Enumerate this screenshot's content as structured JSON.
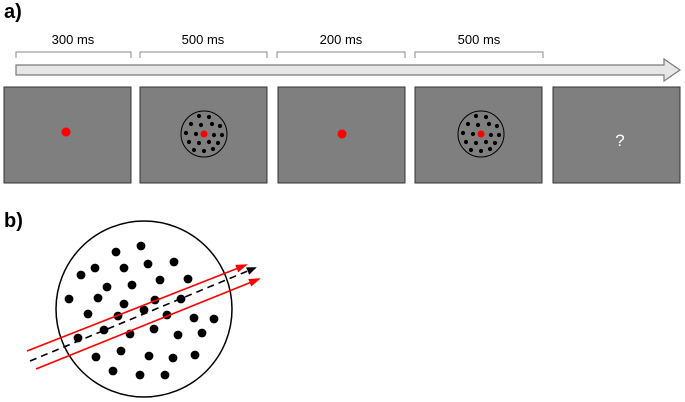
{
  "panel_a": {
    "label": "a)",
    "durations": [
      "300 ms",
      "500 ms",
      "200 ms",
      "500 ms"
    ],
    "final_screen_text": "?"
  },
  "panel_b": {
    "label": "b)"
  },
  "colors": {
    "screen_gray": "#7f7f7f",
    "fixation_red": "#ff0000",
    "dot_black": "#000000",
    "arrow_fill": "#e6e6e6",
    "question_mark": "#ffffff",
    "response_arrow_red": "#ff0000",
    "mean_direction_arrow": "#000000"
  }
}
